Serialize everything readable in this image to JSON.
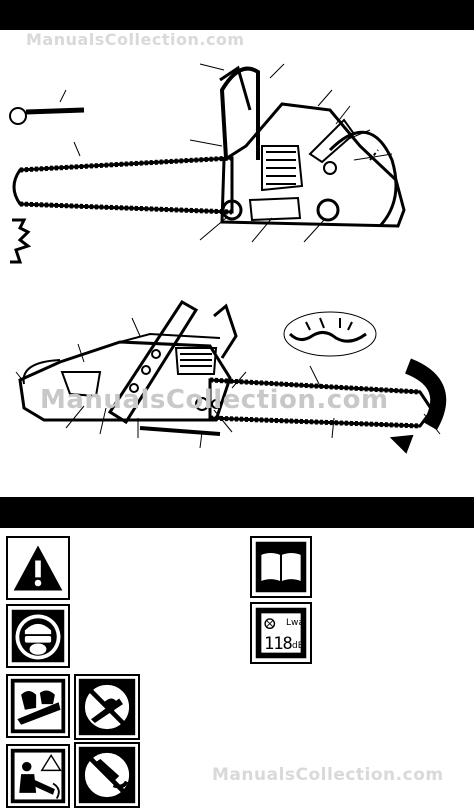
{
  "watermark": {
    "text": "ManualsCollection.com"
  },
  "colors": {
    "ink": "#000000",
    "paper": "#ffffff",
    "watermark": "#d9d9d9"
  },
  "symbols": {
    "warning": {
      "icon": "warning-triangle-icon"
    },
    "manual": {
      "icon": "open-book-icon"
    },
    "protection": {
      "icon": "head-protection-icon"
    },
    "noise": {
      "icon": "noise-level-icon",
      "label": "Lwa",
      "value": "118",
      "unit": "dB"
    },
    "two_hands": {
      "icon": "two-hand-grip-icon"
    },
    "no_one_hand": {
      "icon": "no-one-hand-icon"
    },
    "kickback": {
      "icon": "kickback-warning-icon"
    },
    "no_tip_contact": {
      "icon": "no-tip-contact-icon"
    }
  }
}
